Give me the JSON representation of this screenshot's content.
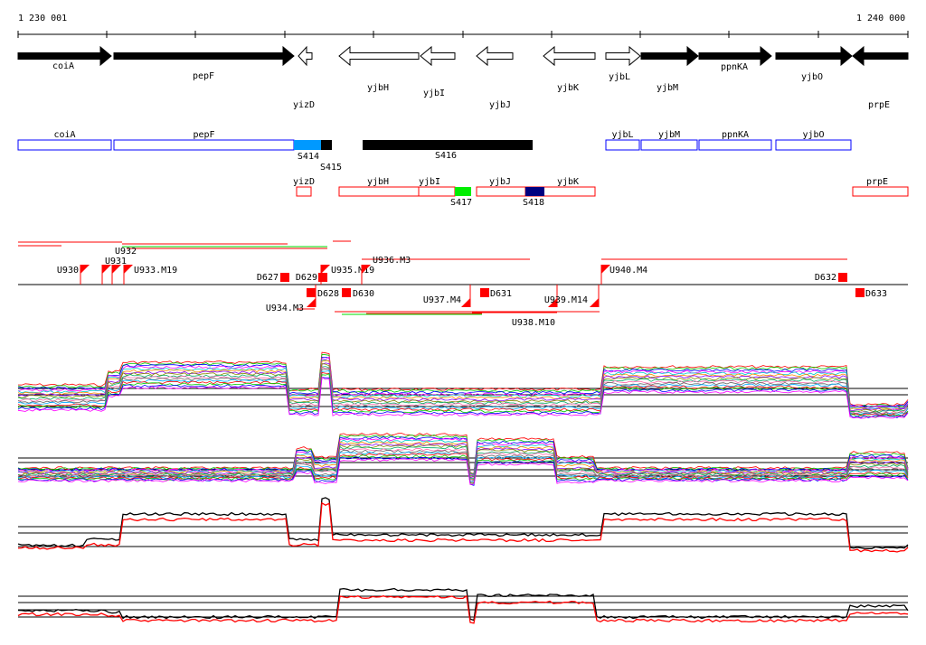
{
  "ruler": {
    "start_label": "1 230 001",
    "end_label": "1 240 000"
  },
  "genes": [
    {
      "name": "coiA",
      "strand": "+",
      "filled": true
    },
    {
      "name": "pepF",
      "strand": "+",
      "filled": true
    },
    {
      "name": "yizD",
      "strand": "-",
      "filled": false
    },
    {
      "name": "yjbH",
      "strand": "-",
      "filled": false
    },
    {
      "name": "yjbI",
      "strand": "-",
      "filled": false
    },
    {
      "name": "yjbJ",
      "strand": "-",
      "filled": false
    },
    {
      "name": "yjbK",
      "strand": "-",
      "filled": false
    },
    {
      "name": "yjbL",
      "strand": "+",
      "filled": false
    },
    {
      "name": "yjbM",
      "strand": "+",
      "filled": true
    },
    {
      "name": "ppnKA",
      "strand": "+",
      "filled": true
    },
    {
      "name": "yjbO",
      "strand": "+",
      "filled": true
    },
    {
      "name": "prpE",
      "strand": "-",
      "filled": true
    }
  ],
  "plus_boxes": [
    "coiA",
    "pepF",
    "yjbL",
    "yjbM",
    "ppnKA",
    "yjbO"
  ],
  "minus_boxes": [
    "yizD",
    "yjbH",
    "yjbI",
    "yjbJ",
    "yjbK",
    "prpE"
  ],
  "segments": [
    {
      "label": "S414",
      "color": "#0099ff"
    },
    {
      "label": "S415",
      "color": "#000000"
    },
    {
      "label": "S416",
      "color": "#000000"
    },
    {
      "label": "S417",
      "color": "#00ee00"
    },
    {
      "label": "S418",
      "color": "#000080"
    }
  ],
  "markers_up": [
    "U930",
    "U931",
    "U932",
    "U933.M19",
    "D627",
    "D629",
    "U935.M19",
    "U936.M3",
    "U940.M4",
    "D632"
  ],
  "markers_down": [
    "U934.M3",
    "D628",
    "D630",
    "U937.M4",
    "D631",
    "U938.M10",
    "U939.M14",
    "D633"
  ],
  "colors": {
    "plus_box": "#0000ff",
    "minus_box": "#ff0000",
    "marker": "#ff0000",
    "green": "#00dd00"
  }
}
